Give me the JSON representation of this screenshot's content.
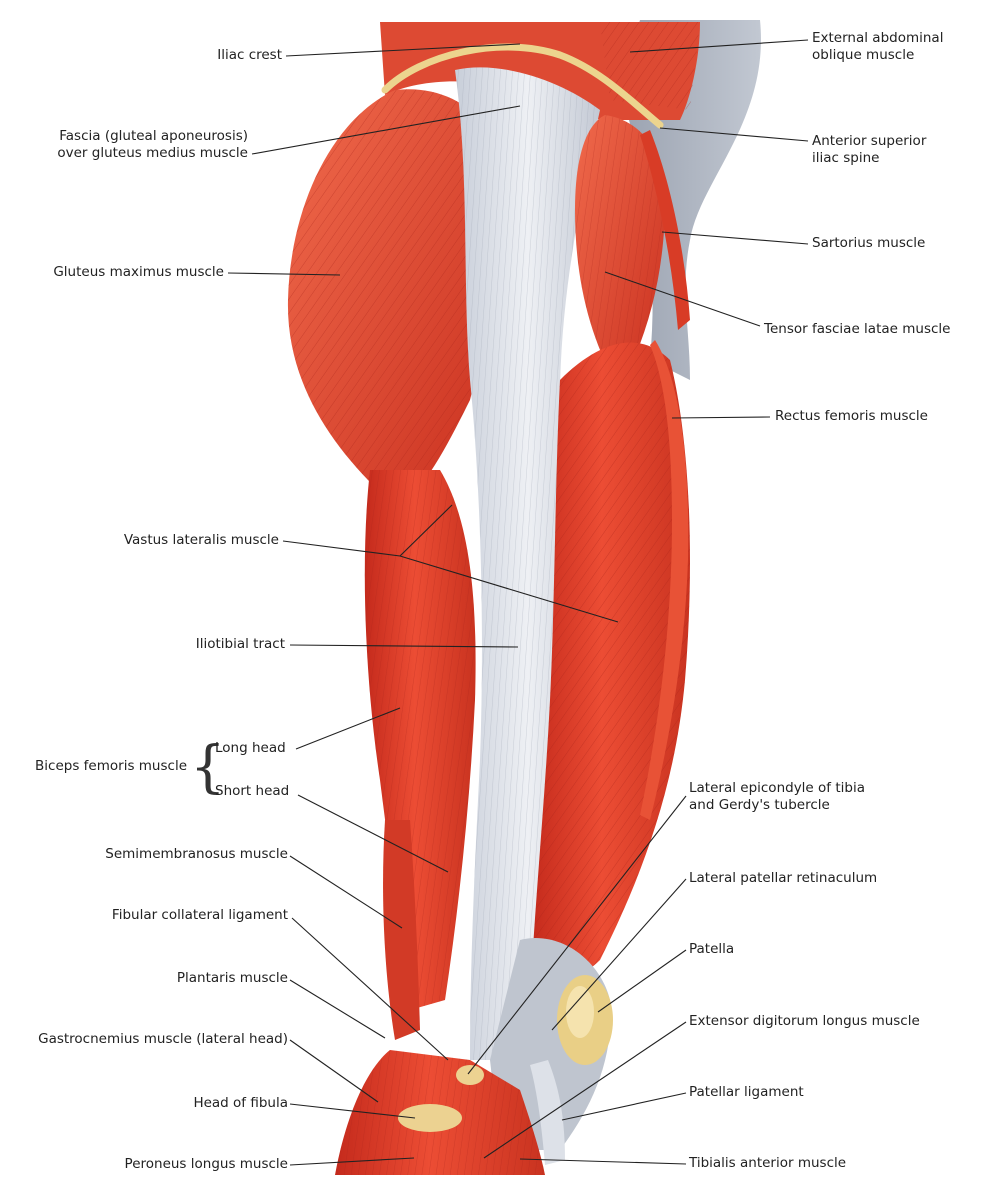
{
  "labels": {
    "iliac_crest": "Iliac crest",
    "fascia_gluteal": "Fascia (gluteal aponeurosis)\nover gluteus medius muscle",
    "gluteus_maximus": "Gluteus maximus muscle",
    "vastus_lateralis": "Vastus lateralis muscle",
    "iliotibial_tract": "Iliotibial tract",
    "biceps_femoris": "Biceps femoris muscle",
    "long_head": "Long head",
    "short_head": "Short head",
    "semimembranosus": "Semimembranosus muscle",
    "fibular_collateral": "Fibular collateral ligament",
    "plantaris": "Plantaris muscle",
    "gastrocnemius": "Gastrocnemius muscle (lateral head)",
    "head_of_fibula": "Head of fibula",
    "peroneus_longus": "Peroneus longus muscle",
    "external_oblique": "External abdominal\noblique muscle",
    "asis": "Anterior superior\niliac spine",
    "sartorius": "Sartorius muscle",
    "tensor_fasciae": "Tensor fasciae latae muscle",
    "rectus_femoris": "Rectus femoris muscle",
    "lateral_epicondyle": "Lateral epicondyle of tibia\nand Gerdy's tubercle",
    "lateral_patellar": "Lateral patellar retinaculum",
    "patella": "Patella",
    "extensor_digitorum": "Extensor digitorum longus muscle",
    "patellar_ligament": "Patellar ligament",
    "tibialis_anterior": "Tibialis anterior muscle"
  },
  "colors": {
    "muscle": "#e8452e",
    "muscle_dark": "#c42a1c",
    "muscle_light": "#f27a5c",
    "tendon": "#dfe3ea",
    "tendon_shade": "#b9c0cc",
    "bone": "#f0d890",
    "background_tissue": "#a9b0bc"
  },
  "icons": {
    "brace": "curly-brace-icon"
  }
}
